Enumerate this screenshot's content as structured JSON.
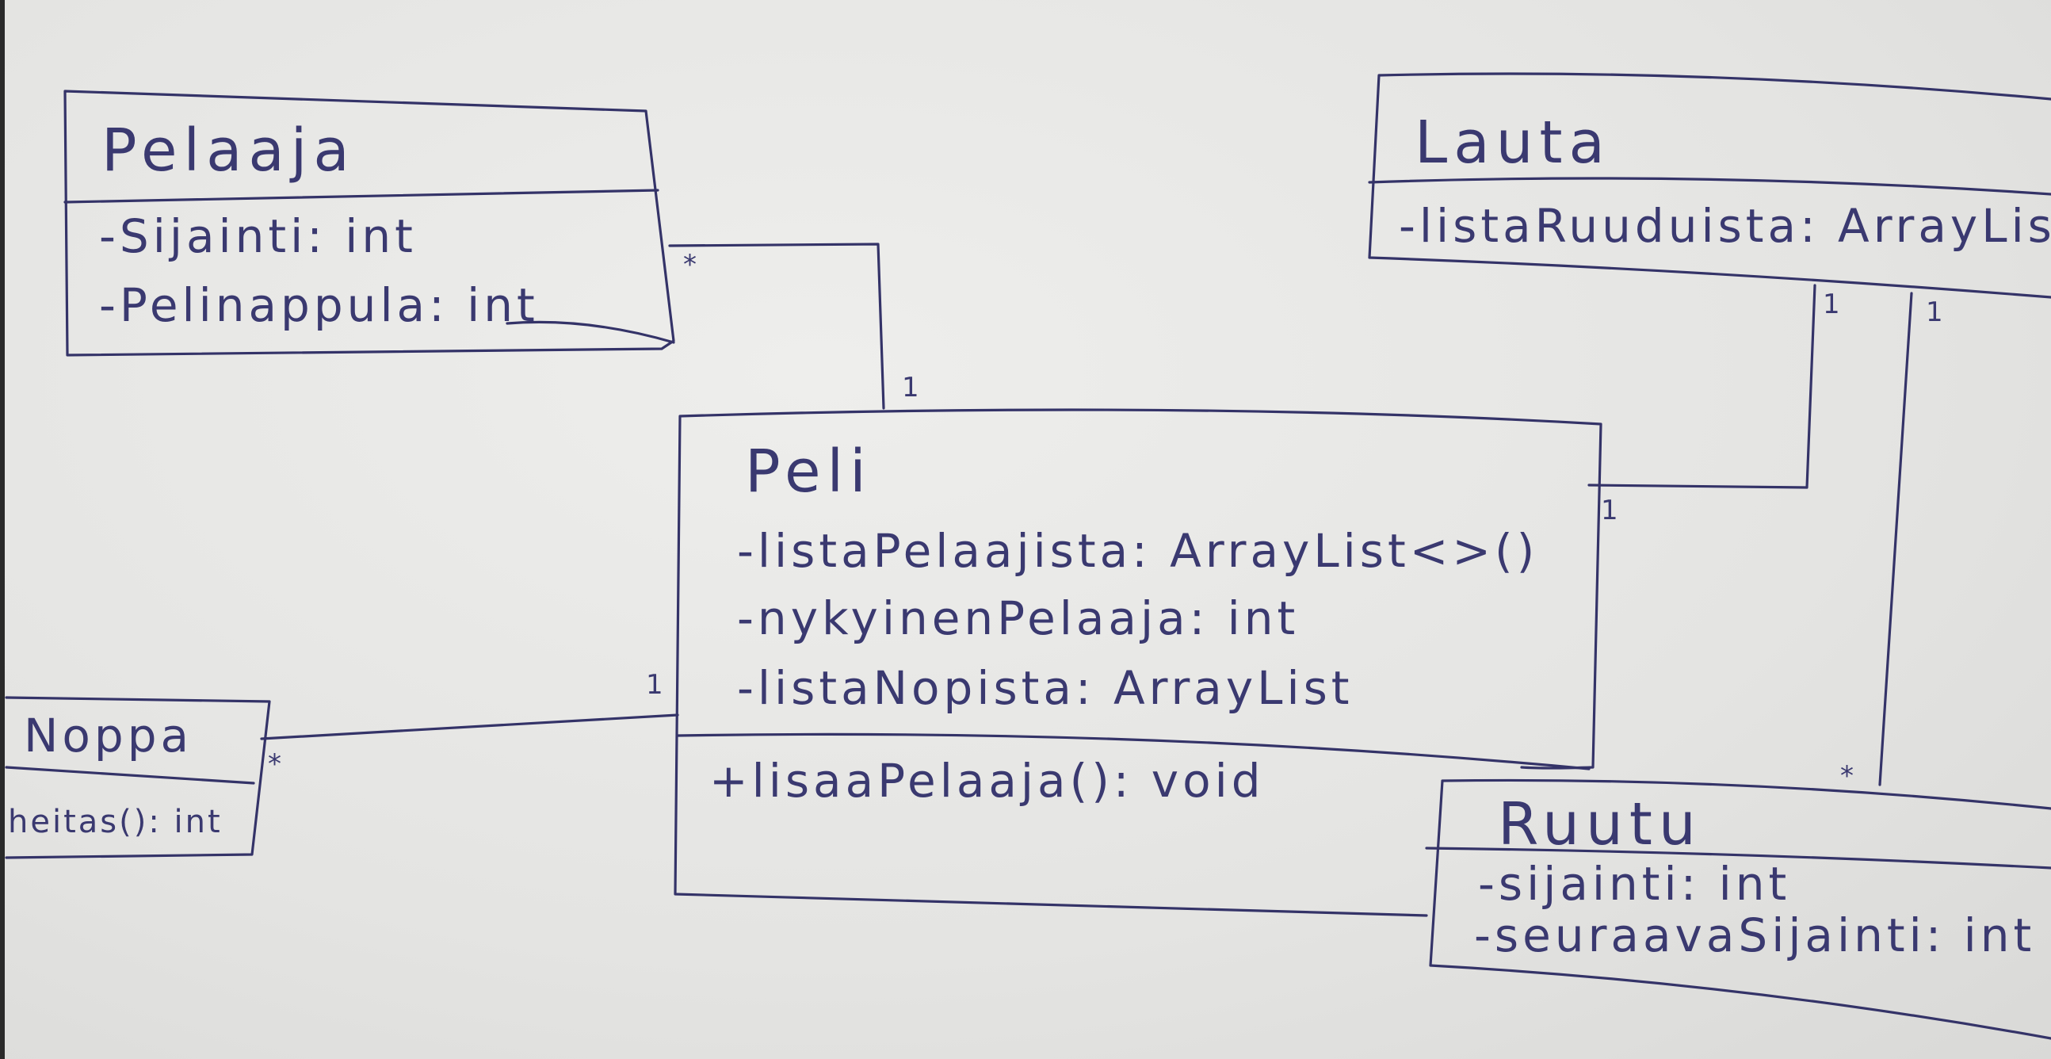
{
  "diagram": {
    "classes": {
      "pelaaja": {
        "name": "Pelaaja",
        "attributes": [
          "-Sijainti: int",
          "-Pelinappula: int"
        ]
      },
      "lauta": {
        "name": "Lauta",
        "attributes": [
          "-listaRuuduista: ArrayList"
        ]
      },
      "peli": {
        "name": "Peli",
        "attributes": [
          "-listaPelaajista: ArrayList<>()",
          "-nykyinenPelaaja: int",
          "-listaNopista: ArrayList"
        ],
        "methods": [
          "+lisaaPelaaja(): void"
        ]
      },
      "noppa": {
        "name": "Noppa",
        "methods": [
          "heitas(): int"
        ]
      },
      "ruutu": {
        "name": "Ruutu",
        "attributes": [
          "-sijainti: int",
          "-seuraavaSijainti: int"
        ]
      }
    },
    "multiplicities": {
      "pelaaja_peli_at_pelaaja": "*",
      "pelaaja_peli_at_peli": "1",
      "lauta_peli_at_lauta": "1",
      "lauta_peli_at_peli": "1",
      "lauta_ruutu_at_lauta": "1",
      "lauta_ruutu_at_ruutu": "*",
      "noppa_peli_at_noppa": "*",
      "noppa_peli_at_peli": "1"
    }
  }
}
